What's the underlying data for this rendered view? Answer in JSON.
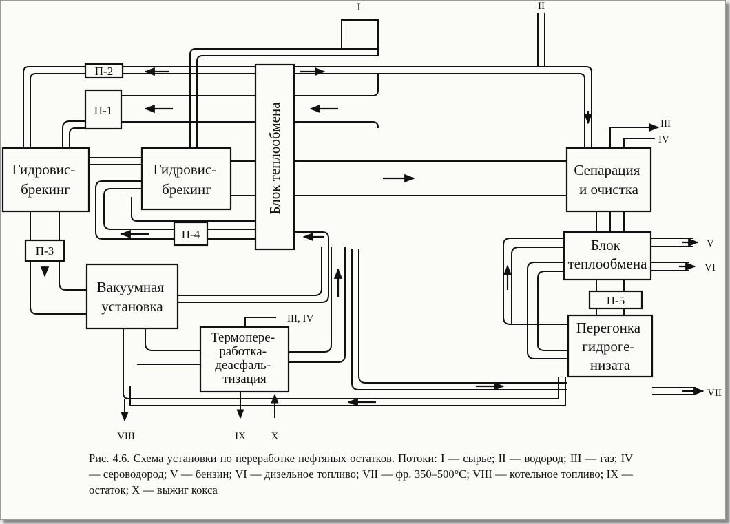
{
  "blocks": {
    "hydro1": [
      "Гидровис-",
      "брекинг"
    ],
    "hydro2": [
      "Гидровис-",
      "брекинг"
    ],
    "heat_main": "Блок теплообмена",
    "separation": [
      "Сепарация",
      "и очистка"
    ],
    "heat2": [
      "Блок",
      "теплообмена"
    ],
    "vacuum": [
      "Вакуумная",
      "установка"
    ],
    "thermo": [
      "Термопере-",
      "работка-",
      "деасфаль-",
      "тизация"
    ],
    "distill": [
      "Перегонка",
      "гидроге-",
      "низата"
    ]
  },
  "pumps": {
    "p1": "П-1",
    "p2": "П-2",
    "p3": "П-3",
    "p4": "П-4",
    "p5": "П-5"
  },
  "streams": {
    "s1": "I",
    "s2": "II",
    "s3": "III",
    "s4": "IV",
    "s34": "III, IV",
    "s5": "V",
    "s6": "VI",
    "s7": "VII",
    "s8": "VIII",
    "s9": "IX",
    "s10": "X"
  },
  "caption": "Рис. 4.6. Схема установки по переработке нефтяных остатков. Потоки: I — сырье; II — водород; III — газ; IV — сероводород; V — бензин; VI — дизельное топливо; VII — фр. 350–500°С; VIII — котельное топливо; IX — остаток; X — выжиг кокса"
}
